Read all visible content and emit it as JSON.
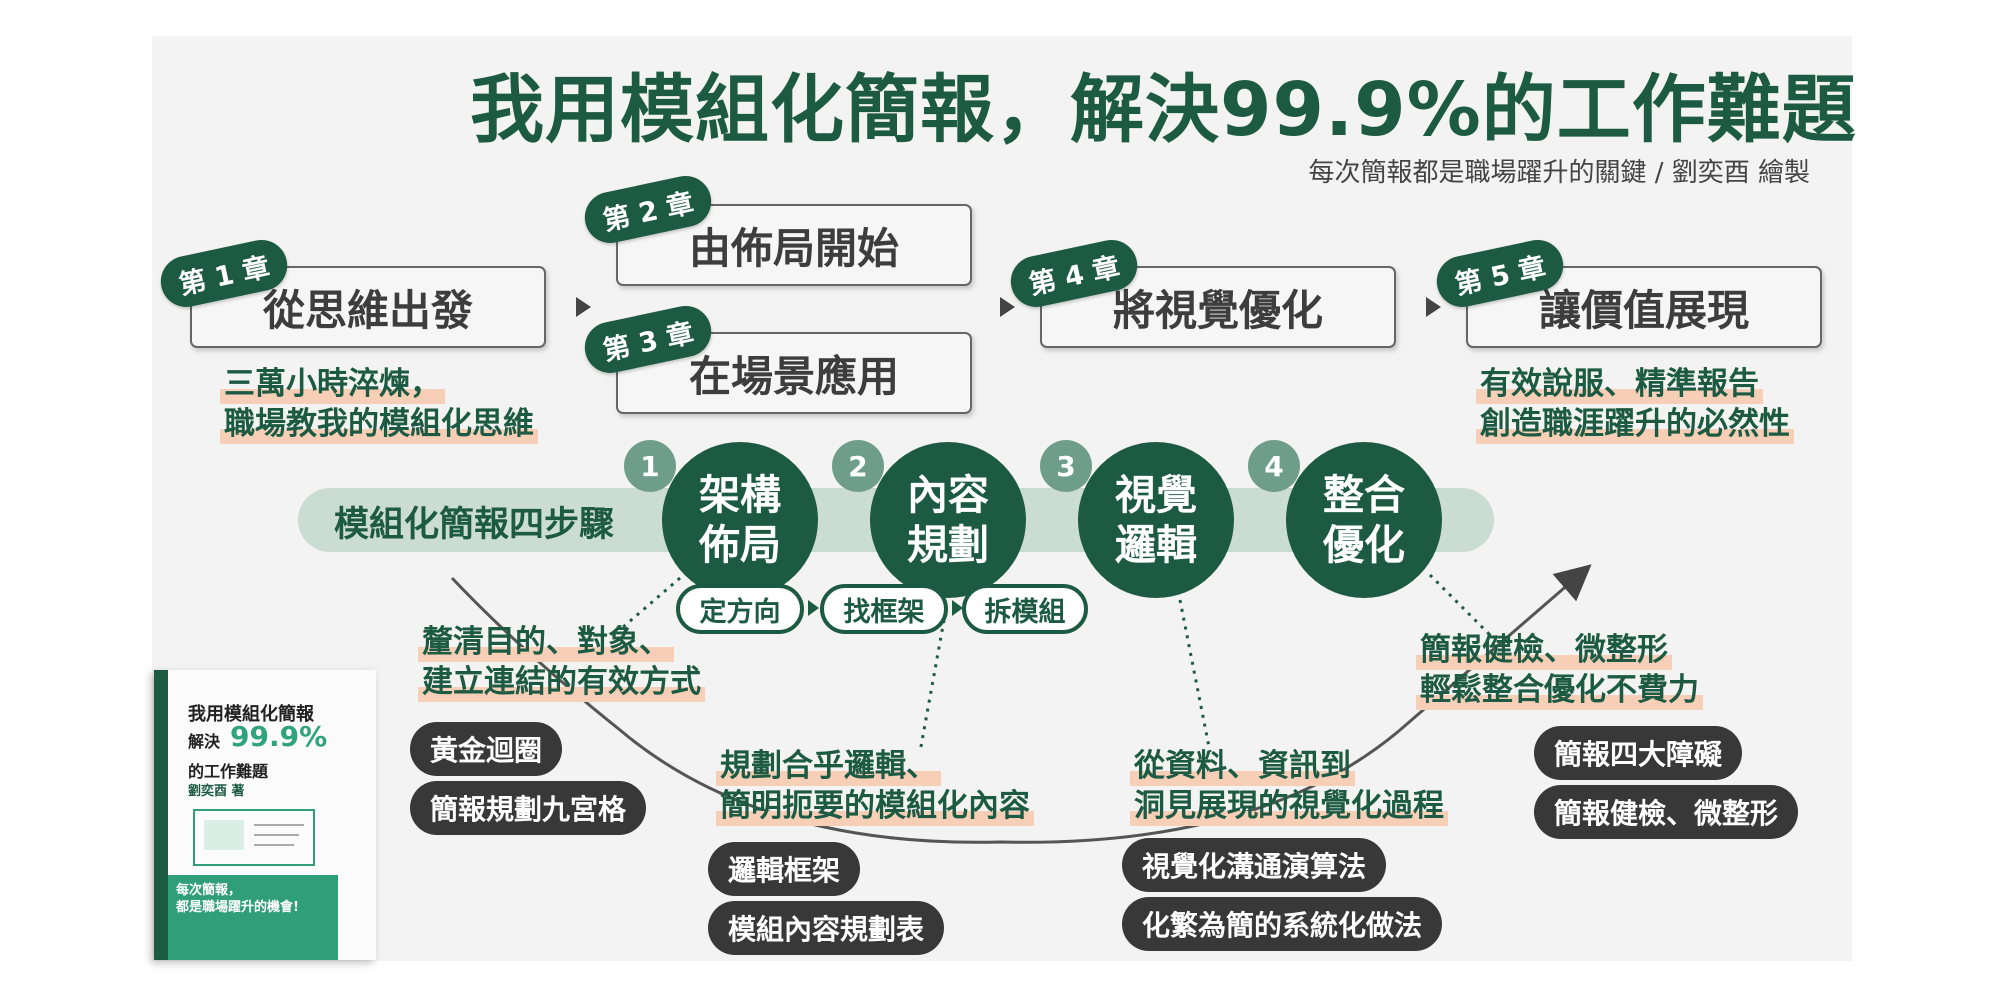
{
  "title": "我用模組化簡報，解決99.9%的工作難題",
  "subtitle": "每次簡報都是職場躍升的關鍵 / 劉奕酉 繪製",
  "chapters": [
    {
      "tag": "第 1 章",
      "label": "從思維出發"
    },
    {
      "tag": "第 2 章",
      "label": "由佈局開始"
    },
    {
      "tag": "第 3 章",
      "label": "在場景應用"
    },
    {
      "tag": "第 4 章",
      "label": "將視覺優化"
    },
    {
      "tag": "第 5 章",
      "label": "讓價值展現"
    }
  ],
  "chapter1_note": [
    "三萬小時淬煉，",
    "職場教我的模組化思維"
  ],
  "chapter5_note": [
    "有效說服、精準報告",
    "創造職涯躍升的必然性"
  ],
  "band_label": "模組化簡報四步驟",
  "steps": [
    {
      "num": "1",
      "line1": "架構",
      "line2": "佈局"
    },
    {
      "num": "2",
      "line1": "內容",
      "line2": "規劃"
    },
    {
      "num": "3",
      "line1": "視覺",
      "line2": "邏輯"
    },
    {
      "num": "4",
      "line1": "整合",
      "line2": "優化"
    }
  ],
  "pills": [
    "定方向",
    "找框架",
    "拆模組"
  ],
  "notes": {
    "step1": [
      "釐清目的、對象、",
      "建立連結的有效方式"
    ],
    "step2": [
      "規劃合乎邏輯、",
      "簡明扼要的模組化內容"
    ],
    "step3": [
      "從資料、資訊到",
      "洞見展現的視覺化過程"
    ],
    "step4": [
      "簡報健檢、微整形",
      "輕鬆整合優化不費力"
    ]
  },
  "tags": {
    "step1": [
      "黃金迴圈",
      "簡報規劃九宮格"
    ],
    "step2": [
      "邏輯框架",
      "模組內容規劃表"
    ],
    "step3": [
      "視覺化溝通演算法",
      "化繁為簡的系統化做法"
    ],
    "step4": [
      "簡報四大障礙",
      "簡報健檢、微整形"
    ]
  },
  "book": {
    "title_line1": "我用模組化簡報",
    "title_prefix": "解決",
    "title_big": "99.9%",
    "title_line3": "的工作難題",
    "author": "劉奕酉 著",
    "cover_text": [
      "每次簡報，",
      "都是職場躍升的機會!"
    ]
  },
  "colors": {
    "primary": "#1d5a43",
    "highlight": "#f6cfb6",
    "band": "#cbdcd4",
    "dark_tag": "#383838"
  }
}
